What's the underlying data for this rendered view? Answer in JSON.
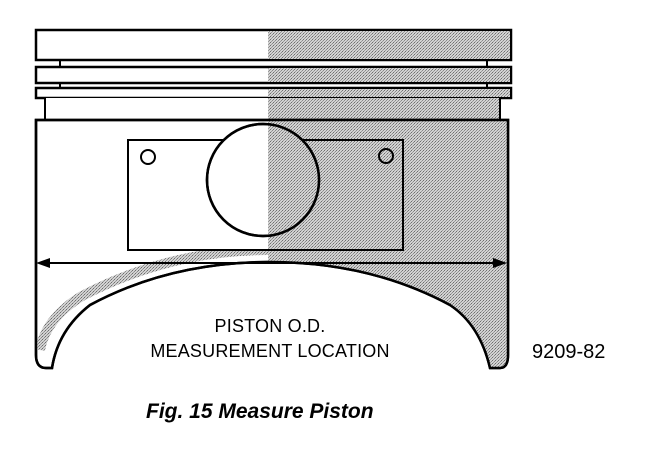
{
  "labels": {
    "measurement_line1": "PISTON O.D.",
    "measurement_line2": "MEASUREMENT LOCATION",
    "figure_code": "9209-82"
  },
  "caption": "Fig. 15 Measure Piston"
}
